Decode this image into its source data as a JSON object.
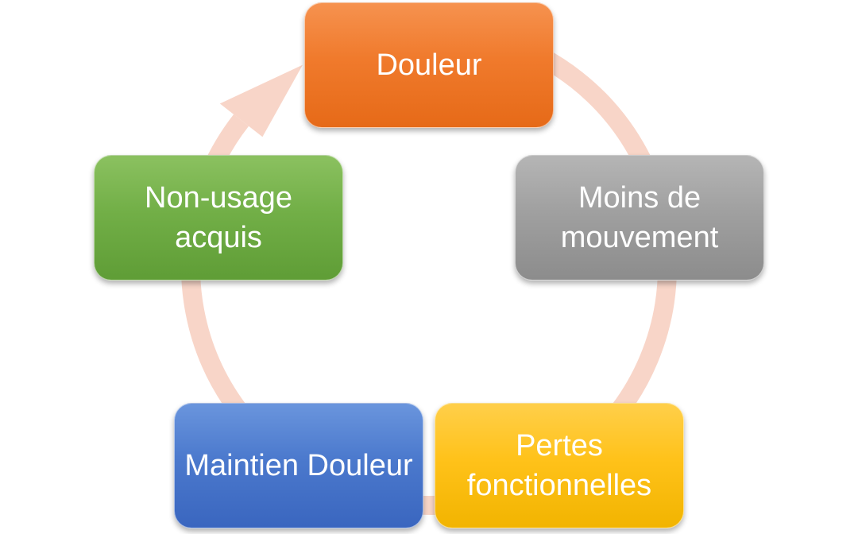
{
  "diagram": {
    "type": "cycle",
    "nodes": [
      {
        "id": "douleur",
        "label": "Douleur",
        "color": "#ED7D31"
      },
      {
        "id": "moins-de-mouvement",
        "label": "Moins de mouvement",
        "color": "#A5A5A5"
      },
      {
        "id": "pertes-fonctionnelles",
        "label": "Pertes fonctionnelles",
        "color": "#FFC000"
      },
      {
        "id": "maintien-douleur",
        "label": "Maintien Douleur",
        "color": "#4472C4"
      },
      {
        "id": "non-usage-acquis",
        "label": "Non-usage acquis",
        "color": "#70AD47"
      }
    ],
    "edges": [
      {
        "from": "douleur",
        "to": "moins-de-mouvement"
      },
      {
        "from": "moins-de-mouvement",
        "to": "pertes-fonctionnelles"
      },
      {
        "from": "pertes-fonctionnelles",
        "to": "maintien-douleur"
      },
      {
        "from": "maintien-douleur",
        "to": "non-usage-acquis"
      },
      {
        "from": "non-usage-acquis",
        "to": "douleur"
      }
    ],
    "ring_color": "#F8D5C8"
  }
}
